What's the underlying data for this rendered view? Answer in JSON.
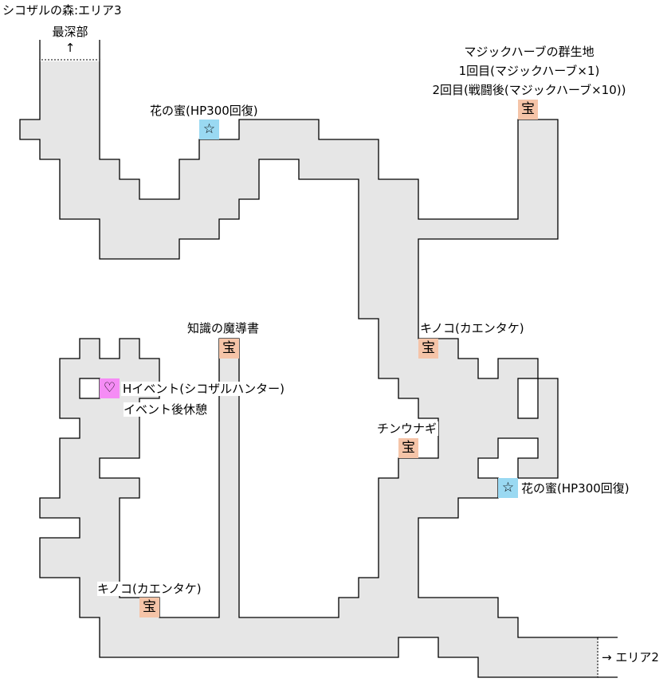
{
  "title": "シコザルの森:エリア3",
  "colors": {
    "floor": "#e6e6e6",
    "treasure": "#f5c4a8",
    "honey": "#9ad9f2",
    "event": "#f58cf5",
    "wall": "#000000"
  },
  "exits": {
    "deepest": {
      "label": "最深部",
      "arrow": "↑"
    },
    "area2": {
      "label": "→ エリア2"
    }
  },
  "markers": {
    "treasure_icon": "宝",
    "honey_icon": "☆",
    "event_icon": "♡"
  },
  "labels": {
    "honey_top": "花の蜜(HP300回復)",
    "herb_title": "マジックハーブの群生地",
    "herb_first": "1回目(マジックハーブ×1)",
    "herb_second": "2回目(戦闘後(マジックハーブ×10))",
    "grimoire": "知識の魔導書",
    "mushroom_right": "キノコ(カエンタケ)",
    "h_event": "Hイベント(シコザルハンター)",
    "rest": "イベント後休憩",
    "eel": "チンウナギ",
    "honey_right": "花の蜜(HP300回復)",
    "mushroom_left": "キノコ(カエンタケ)"
  }
}
